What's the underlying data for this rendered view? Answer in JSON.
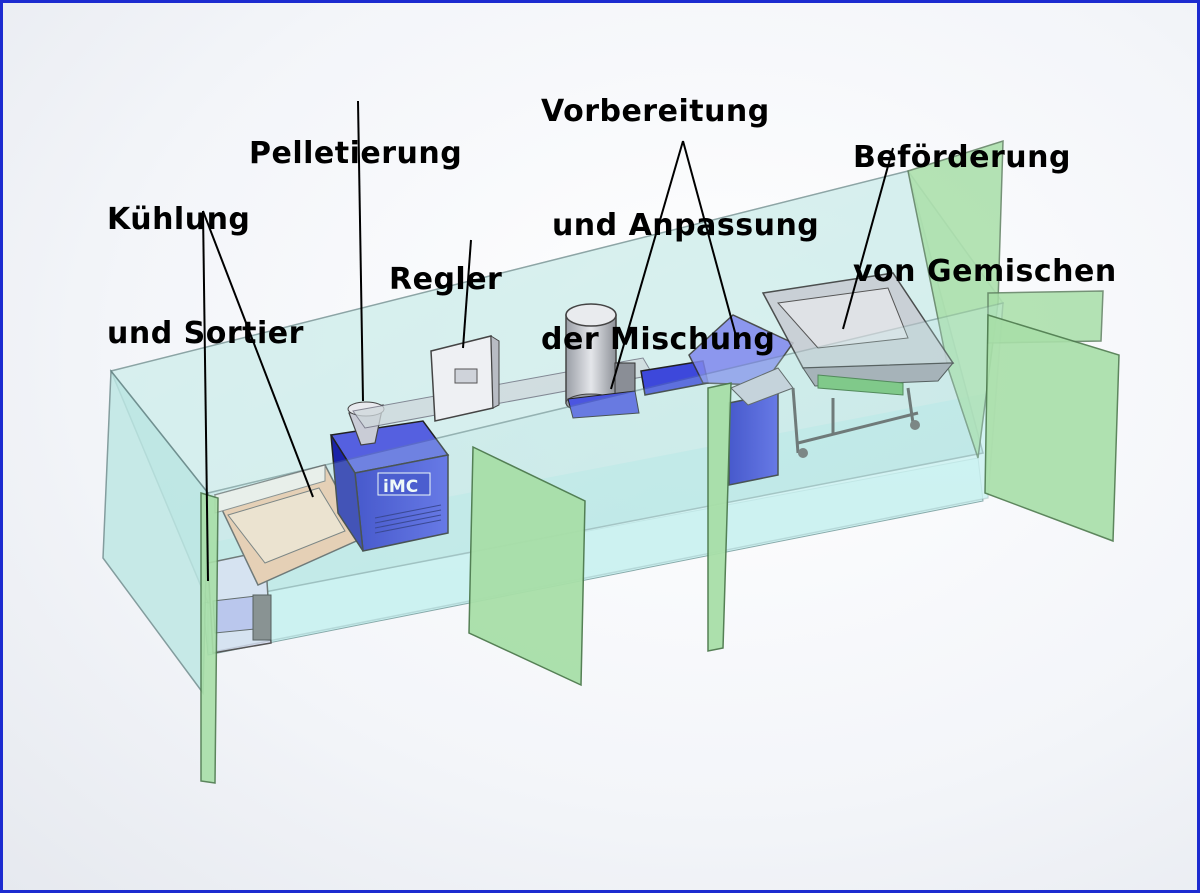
{
  "labels": {
    "cooling": [
      "Kühlung",
      "und Sortier"
    ],
    "pelleting": [
      "Pelletierung"
    ],
    "controller": [
      "Regler"
    ],
    "mixing": [
      "Vorbereitung",
      " und Anpassung",
      "der Mischung"
    ],
    "conveying": [
      "Beförderung",
      "von Gemischen"
    ]
  },
  "machine_brand": "iMC",
  "colors": {
    "frame_border": "#1c2bd0",
    "glass": "#bfe8e6",
    "door": "#a8dfa8",
    "machine_blue": "#2b35d6",
    "hopper_tan": "#f2c9a6"
  }
}
